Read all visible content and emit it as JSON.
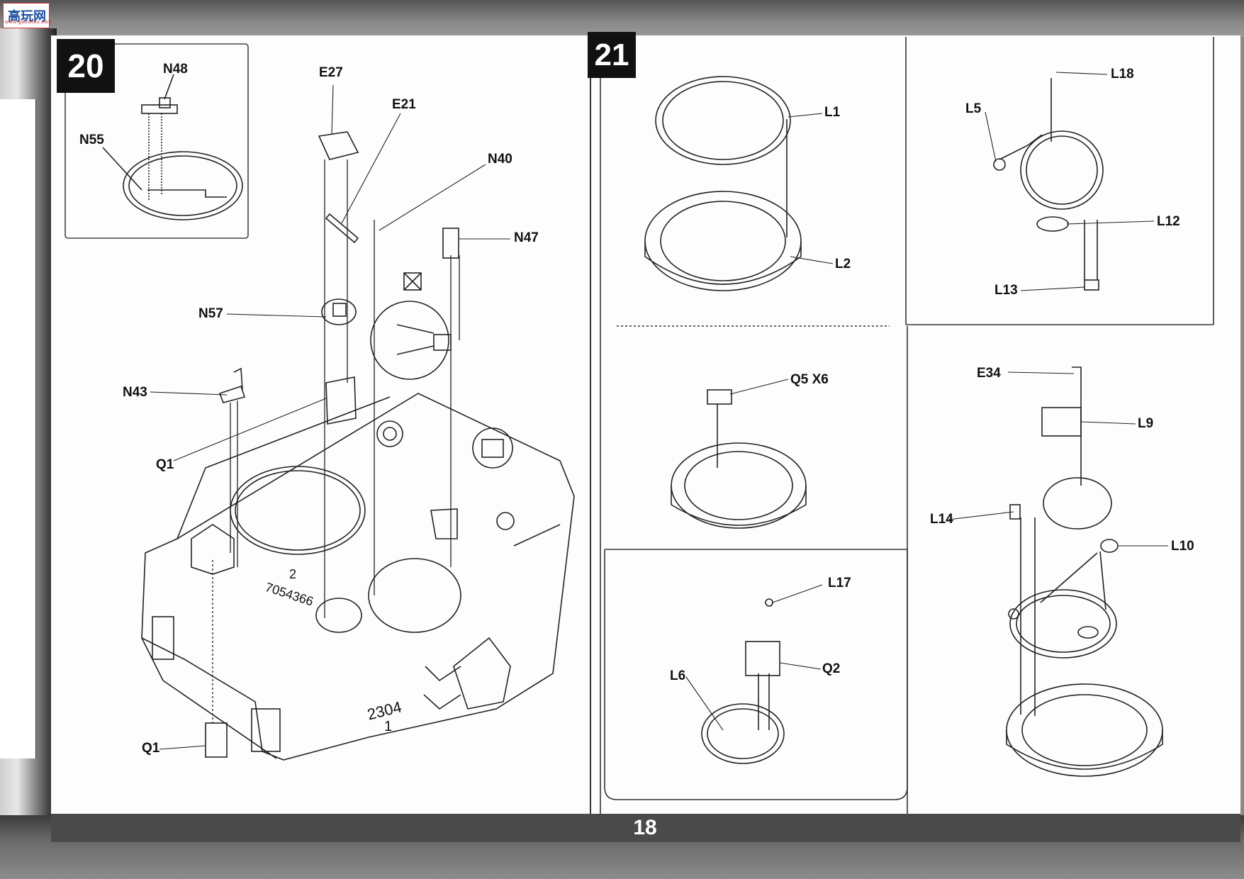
{
  "watermark": {
    "site": "高玩网",
    "url": "www.gaoshou.com"
  },
  "page_number": "18",
  "step_20": {
    "number": "20",
    "inset_labels": {
      "n48": "N48",
      "n55": "N55"
    },
    "labels": {
      "e27": "E27",
      "e21": "E21",
      "n40": "N40",
      "n47": "N47",
      "n57": "N57",
      "n43": "N43",
      "q1_top": "Q1",
      "q1_bottom": "Q1"
    },
    "hull_markings": {
      "serial": "7054366",
      "digit": "2",
      "tank_number": "2304",
      "sub_number": "1"
    }
  },
  "step_21": {
    "number": "21",
    "labels": {
      "l1": "L1",
      "l2": "L2",
      "q5": "Q5 X6",
      "l17": "L17",
      "q2": "Q2",
      "l6": "L6",
      "l18": "L18",
      "l5": "L5",
      "l12": "L12",
      "l13": "L13",
      "e34": "E34",
      "l9": "L9",
      "l14": "L14",
      "l10": "L10"
    }
  }
}
